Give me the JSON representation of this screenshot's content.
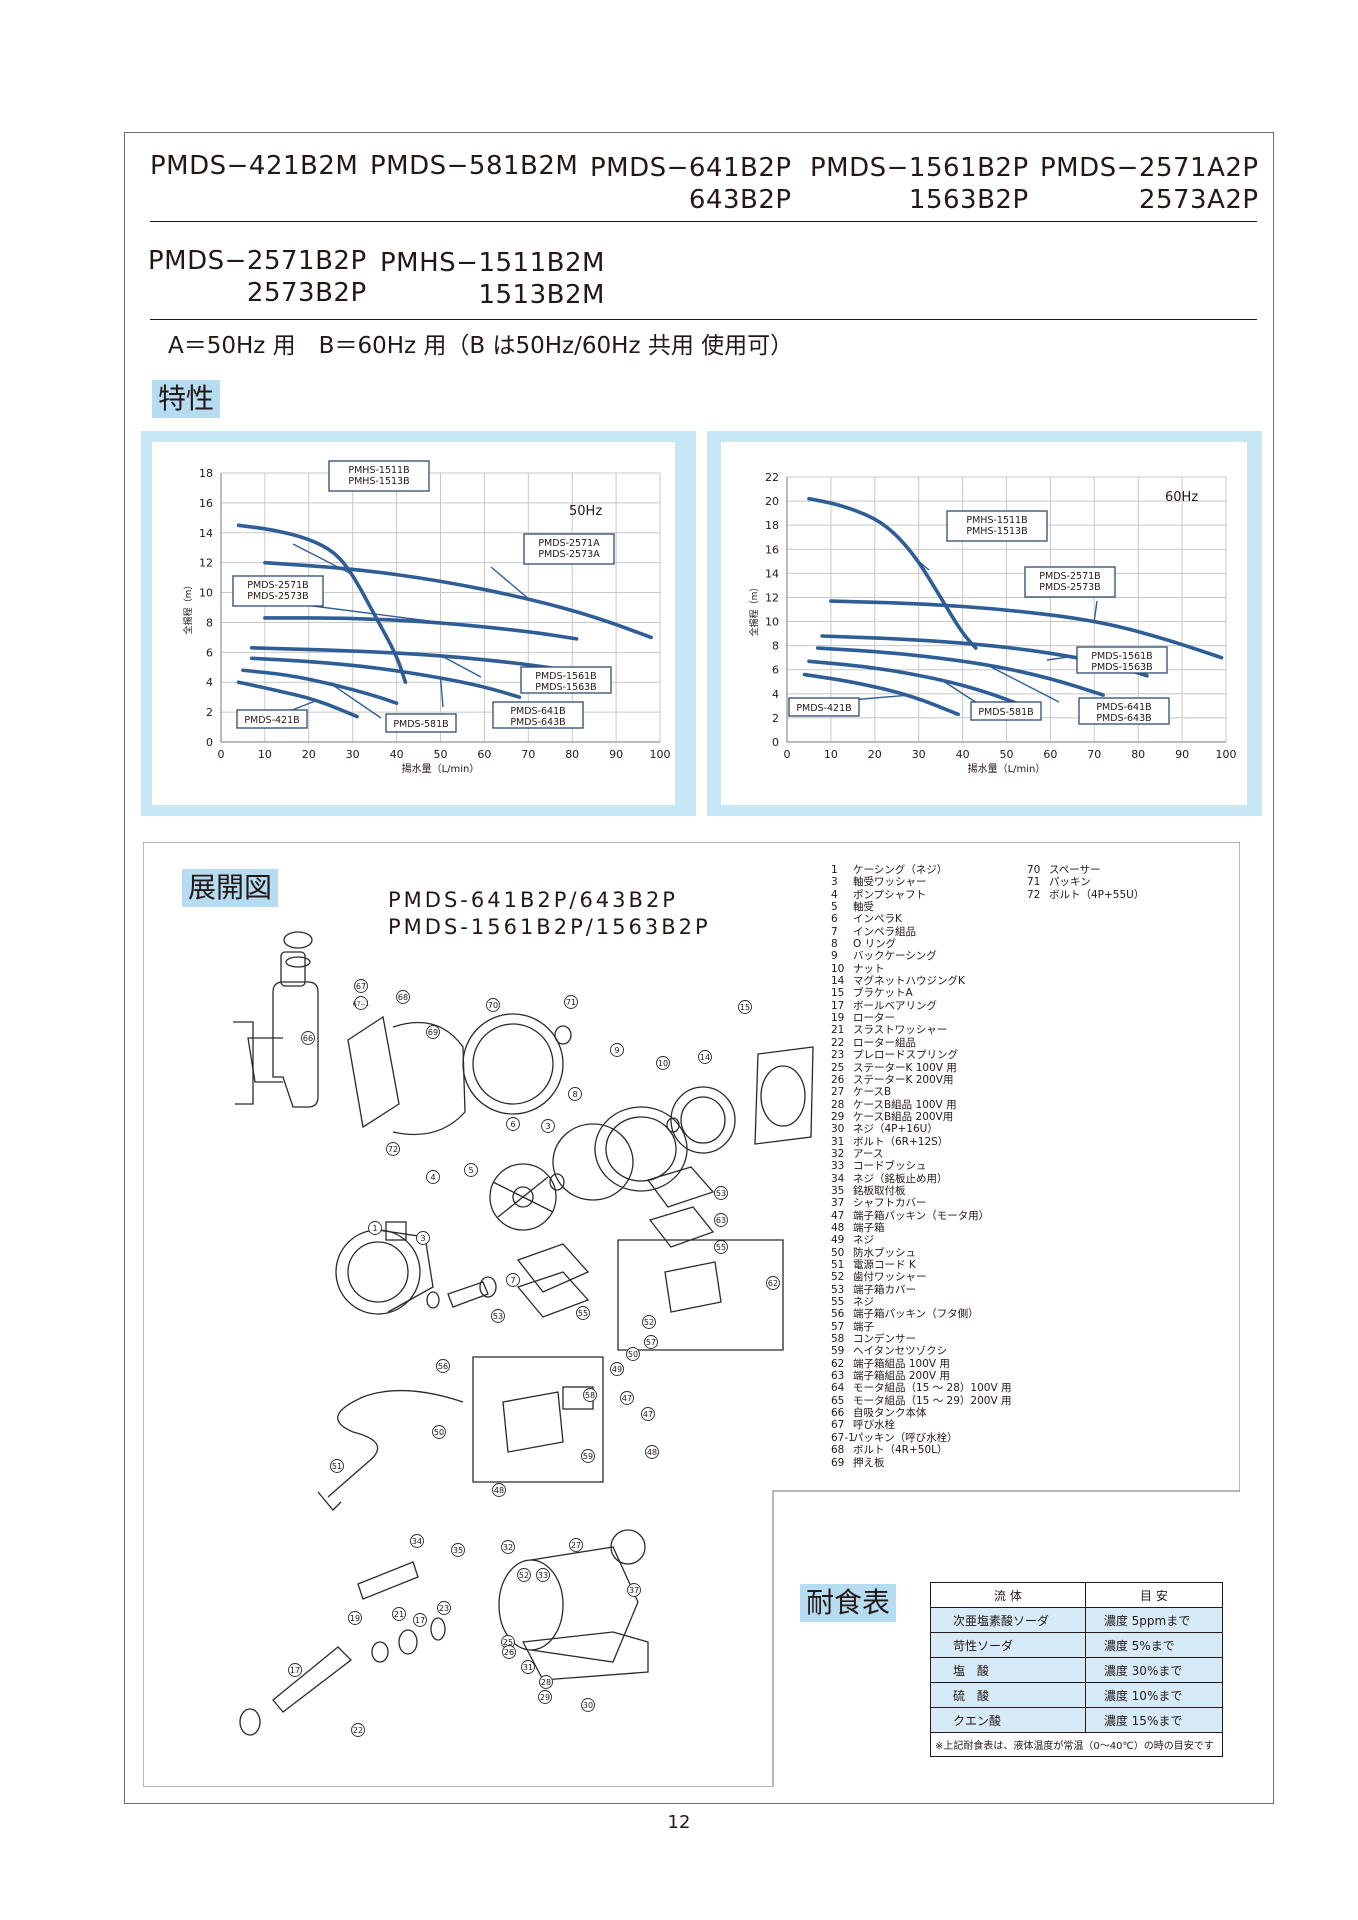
{
  "header": {
    "models_row1": [
      {
        "main": "PMDS−421B2M",
        "sub": ""
      },
      {
        "main": "PMDS−581B2M",
        "sub": ""
      },
      {
        "main": "PMDS−641B2P",
        "sub": "643B2P"
      },
      {
        "main": "PMDS−1561B2P",
        "sub": "1563B2P"
      },
      {
        "main": "PMDS−2571A2P",
        "sub": "2573A2P"
      }
    ],
    "models_row2": [
      {
        "main": "PMDS−2571B2P",
        "sub": "2573B2P"
      },
      {
        "main": "PMHS−1511B2M",
        "sub": "1513B2M"
      }
    ],
    "hz_note": "A＝50Hz 用　B＝60Hz 用（B は50Hz/60Hz 共用 使用可）"
  },
  "sections": {
    "characteristics": "特性",
    "exploded": "展開図",
    "corrosion": "耐食表"
  },
  "chart_data": [
    {
      "type": "line",
      "freq_label": "50Hz",
      "xlabel": "揚水量（L/min）",
      "ylabel": "全揚程（m）",
      "xlim": [
        0,
        100
      ],
      "ylim": [
        0,
        18
      ],
      "x_ticks": [
        0,
        10,
        20,
        30,
        40,
        50,
        60,
        70,
        80,
        90,
        100
      ],
      "y_ticks": [
        0,
        2,
        4,
        6,
        8,
        10,
        12,
        14,
        16,
        18
      ],
      "grid": true,
      "series": [
        {
          "name": "PMHS-1511B PMHS-1513B",
          "label_lines": [
            "PMHS-1511B",
            "PMHS-1513B"
          ],
          "x": [
            4,
            12,
            20,
            26,
            30,
            35,
            40,
            42
          ],
          "y": [
            14.5,
            14.2,
            13.6,
            12.7,
            11.2,
            8.5,
            5.8,
            4
          ]
        },
        {
          "name": "PMDS-2571A PMDS-2573A",
          "label_lines": [
            "PMDS-2571A",
            "PMDS-2573A"
          ],
          "x": [
            10,
            30,
            50,
            70,
            85,
            98
          ],
          "y": [
            12,
            11.6,
            10.8,
            9.6,
            8.4,
            7
          ]
        },
        {
          "name": "PMDS-2571B PMDS-2573B",
          "label_lines": [
            "PMDS-2571B",
            "PMDS-2573B"
          ],
          "x": [
            10,
            30,
            50,
            70,
            81
          ],
          "y": [
            8.3,
            8.3,
            8,
            7.4,
            6.9
          ]
        },
        {
          "name": "PMDS-1561B PMDS-1563B",
          "label_lines": [
            "PMDS-1561B",
            "PMDS-1563B"
          ],
          "x": [
            7,
            30,
            50,
            70,
            85
          ],
          "y": [
            6.3,
            6.1,
            5.8,
            5.2,
            4.5
          ]
        },
        {
          "name": "PMDS-641B PMDS-643B",
          "label_lines": [
            "PMDS-641B",
            "PMDS-643B"
          ],
          "x": [
            7,
            20,
            35,
            50,
            60,
            68
          ],
          "y": [
            5.6,
            5.4,
            5,
            4.3,
            3.7,
            3
          ]
        },
        {
          "name": "PMDS-581B",
          "label_lines": [
            "PMDS-581B"
          ],
          "x": [
            5,
            15,
            25,
            35,
            40
          ],
          "y": [
            4.8,
            4.5,
            3.9,
            3.1,
            2.6
          ]
        },
        {
          "name": "PMDS-421B",
          "label_lines": [
            "PMDS-421B"
          ],
          "x": [
            4,
            12,
            22,
            31
          ],
          "y": [
            4,
            3.5,
            2.8,
            1.7
          ]
        }
      ]
    },
    {
      "type": "line",
      "freq_label": "60Hz",
      "xlabel": "揚水量（L/min）",
      "ylabel": "全揚程（m）",
      "xlim": [
        0,
        100
      ],
      "ylim": [
        0,
        22
      ],
      "x_ticks": [
        0,
        10,
        20,
        30,
        40,
        50,
        60,
        70,
        80,
        90,
        100
      ],
      "y_ticks": [
        0,
        2,
        4,
        6,
        8,
        10,
        12,
        14,
        16,
        18,
        20,
        22
      ],
      "grid": true,
      "series": [
        {
          "name": "PMHS-1511B PMHS-1513B",
          "label_lines": [
            "PMHS-1511B",
            "PMHS-1513B"
          ],
          "x": [
            5,
            12,
            20,
            25,
            30,
            35,
            40,
            43
          ],
          "y": [
            20.2,
            19.7,
            18.6,
            17.2,
            15,
            12,
            9,
            7.8
          ]
        },
        {
          "name": "PMDS-2571B PMDS-2573B",
          "label_lines": [
            "PMDS-2571B",
            "PMDS-2573B"
          ],
          "x": [
            10,
            30,
            50,
            70,
            85,
            99
          ],
          "y": [
            11.7,
            11.5,
            11,
            10.1,
            8.7,
            7
          ]
        },
        {
          "name": "PMDS-1561B PMDS-1563B",
          "label_lines": [
            "PMDS-1561B",
            "PMDS-1563B"
          ],
          "x": [
            8,
            30,
            50,
            65,
            75,
            82
          ],
          "y": [
            8.8,
            8.5,
            7.9,
            7.1,
            6.3,
            5.5
          ]
        },
        {
          "name": "PMDS-641B PMDS-643B",
          "label_lines": [
            "PMDS-641B",
            "PMDS-643B"
          ],
          "x": [
            7,
            25,
            45,
            60,
            72
          ],
          "y": [
            7.8,
            7.4,
            6.5,
            5.3,
            3.9
          ]
        },
        {
          "name": "PMDS-581B",
          "label_lines": [
            "PMDS-581B"
          ],
          "x": [
            5,
            20,
            35,
            45,
            54
          ],
          "y": [
            6.7,
            6.2,
            5.2,
            4.2,
            3
          ]
        },
        {
          "name": "PMDS-421B",
          "label_lines": [
            "PMDS-421B"
          ],
          "x": [
            4,
            15,
            28,
            39
          ],
          "y": [
            5.6,
            5,
            3.9,
            2.3
          ]
        }
      ]
    }
  ],
  "exploded": {
    "model_line1": "PMDS-641B2P/643B2P",
    "model_line2": "PMDS-1561B2P/1563B2P",
    "parts_col1": [
      {
        "num": "1",
        "name": "ケーシング（ネジ）"
      },
      {
        "num": "3",
        "name": "軸受ワッシャー"
      },
      {
        "num": "4",
        "name": "ポンプシャフト"
      },
      {
        "num": "5",
        "name": "軸受"
      },
      {
        "num": "6",
        "name": "インペラK"
      },
      {
        "num": "7",
        "name": "インペラ組品"
      },
      {
        "num": "8",
        "name": "O リング"
      },
      {
        "num": "9",
        "name": "バックケーシング"
      },
      {
        "num": "10",
        "name": "ナット"
      },
      {
        "num": "14",
        "name": "マグネットハウジングK"
      },
      {
        "num": "15",
        "name": "ブラケットA"
      },
      {
        "num": "17",
        "name": "ボールベアリング"
      },
      {
        "num": "19",
        "name": "ローター"
      },
      {
        "num": "21",
        "name": "スラストワッシャー"
      },
      {
        "num": "22",
        "name": "ローター組品"
      },
      {
        "num": "23",
        "name": "プレロードスプリング"
      },
      {
        "num": "25",
        "name": "ステーターK 100V 用"
      },
      {
        "num": "26",
        "name": "ステーターK 200V用"
      },
      {
        "num": "27",
        "name": "ケースB"
      },
      {
        "num": "28",
        "name": "ケースB組品 100V 用"
      },
      {
        "num": "29",
        "name": "ケースB組品 200V用"
      },
      {
        "num": "30",
        "name": "ネジ（4P+16U）"
      },
      {
        "num": "31",
        "name": "ボルト（6R+12S）"
      },
      {
        "num": "32",
        "name": "アース"
      },
      {
        "num": "33",
        "name": "コードブッシュ"
      },
      {
        "num": "34",
        "name": "ネジ（銘板止め用）"
      },
      {
        "num": "35",
        "name": "銘板取付板"
      },
      {
        "num": "37",
        "name": "シャフトカバー"
      },
      {
        "num": "47",
        "name": "端子箱パッキン（モータ用）"
      },
      {
        "num": "48",
        "name": "端子箱"
      },
      {
        "num": "49",
        "name": "ネジ"
      },
      {
        "num": "50",
        "name": "防水ブッシュ"
      },
      {
        "num": "51",
        "name": "電源コード K"
      },
      {
        "num": "52",
        "name": "歯付ワッシャー"
      },
      {
        "num": "53",
        "name": "端子箱カバー"
      },
      {
        "num": "55",
        "name": "ネジ"
      },
      {
        "num": "56",
        "name": "端子箱パッキン（フタ側）"
      },
      {
        "num": "57",
        "name": "端子"
      },
      {
        "num": "58",
        "name": "コンデンサー"
      },
      {
        "num": "59",
        "name": "ヘイタンセツゾクシ"
      },
      {
        "num": "62",
        "name": "端子箱組品 100V 用"
      },
      {
        "num": "63",
        "name": "端子箱組品 200V 用"
      },
      {
        "num": "64",
        "name": "モータ組品（15 ～ 28）100V 用"
      },
      {
        "num": "65",
        "name": "モータ組品（15 ～ 29）200V 用"
      },
      {
        "num": "66",
        "name": "自吸タンク本体"
      },
      {
        "num": "67",
        "name": "呼び水栓"
      },
      {
        "num": "67-1",
        "name": "パッキン（呼び水栓）"
      },
      {
        "num": "68",
        "name": "ボルト（4R+50L）"
      },
      {
        "num": "69",
        "name": "押え板"
      }
    ],
    "parts_col2": [
      {
        "num": "70",
        "name": "スペーサー"
      },
      {
        "num": "71",
        "name": "パッキン"
      },
      {
        "num": "72",
        "name": "ボルト（4P+55U）"
      }
    ],
    "callouts": [
      "67",
      "67−1",
      "68",
      "66",
      "69",
      "70",
      "71",
      "15",
      "14",
      "9",
      "10",
      "8",
      "3",
      "6",
      "72",
      "4",
      "5",
      "1",
      "3",
      "7",
      "55",
      "53",
      "56",
      "62",
      "63",
      "53",
      "55",
      "58",
      "52",
      "57",
      "50",
      "49",
      "47",
      "48",
      "59",
      "47",
      "48",
      "51",
      "50",
      "34",
      "35",
      "32",
      "52",
      "33",
      "27",
      "37",
      "19",
      "21",
      "17",
      "23",
      "25",
      "26",
      "31",
      "28",
      "29",
      "30",
      "17",
      "22"
    ]
  },
  "corrosion_table": {
    "headers": [
      "流 体",
      "目 安"
    ],
    "rows": [
      [
        "次亜塩素酸ソーダ",
        "濃度 5ppmまで"
      ],
      [
        "苛性ソーダ",
        "濃度 5%まで"
      ],
      [
        "塩　酸",
        "濃度 30%まで"
      ],
      [
        "硫　酸",
        "濃度 10%まで"
      ],
      [
        "クエン酸",
        "濃度 15%まで"
      ]
    ],
    "note": "※上記耐食表は、液体温度が常温（0～40℃）の時の目安です"
  },
  "page_number": "12",
  "colors": {
    "curve": "#2f5d96",
    "panel_bg": "#c7e6f6",
    "label_bg": "#b6dcf2",
    "table_cell": "#d6ebf7",
    "grid": "#c8c8c8"
  }
}
